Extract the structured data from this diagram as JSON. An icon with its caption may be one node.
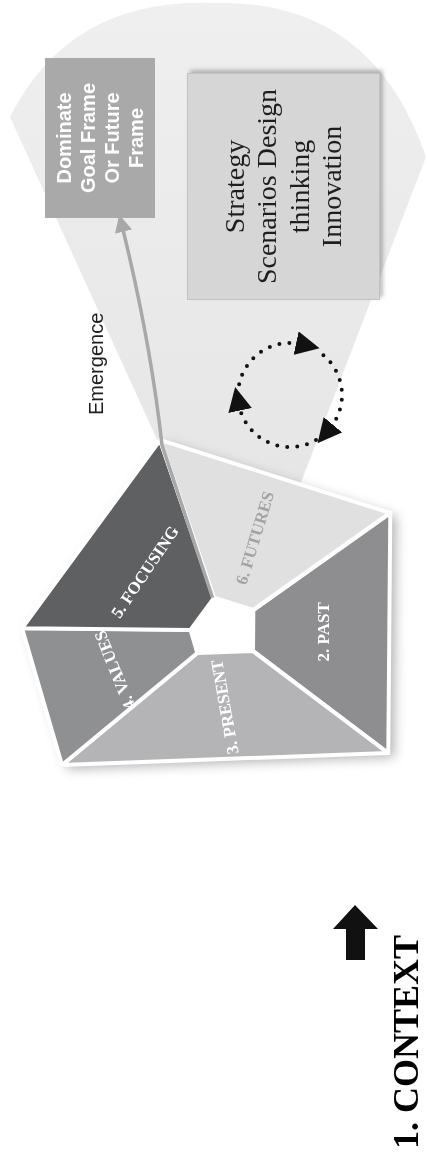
{
  "diagram": {
    "nodes": [
      {
        "text": [
          "2. PAST"
        ]
      },
      {
        "text": [
          "3. PRESENT"
        ]
      },
      {
        "text": [
          "4. VALUES"
        ]
      },
      {
        "text": [
          "5. FOCUSING"
        ]
      },
      {
        "text": [
          "6. FUTURES"
        ]
      },
      {
        "text": [],
        "shape": "pentagon"
      },
      {
        "text": [
          "Dominate Goal Frame Or Future Frame"
        ]
      },
      {
        "text": [
          "Strategy Scenarios Design thinking Innovation"
        ]
      }
    ],
    "edges": [
      {
        "from": 5,
        "to": 6,
        "arrow": "to",
        "label": "Emergence"
      }
    ],
    "labels": [
      "1. CONTEXT"
    ]
  }
}
